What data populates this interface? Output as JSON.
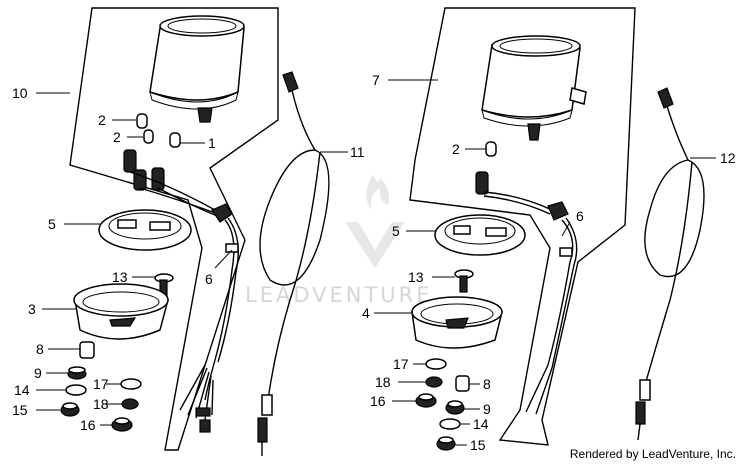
{
  "watermark": "LEADVENTURE",
  "credit": "Rendered by LeadVenture, Inc.",
  "callouts": {
    "left": {
      "c10": "10",
      "c2a": "2",
      "c2b": "2",
      "c1": "1",
      "c11": "11",
      "c5": "5",
      "c6": "6",
      "c13": "13",
      "c3": "3",
      "c8": "8",
      "c9": "9",
      "c17": "17",
      "c14": "14",
      "c18": "18",
      "c15": "15",
      "c16": "16"
    },
    "right": {
      "c7": "7",
      "c12": "12",
      "c2": "2",
      "c6": "6",
      "c5": "5",
      "c13": "13",
      "c4": "4",
      "c17": "17",
      "c8": "8",
      "c18": "18",
      "c16": "16",
      "c9": "9",
      "c14": "14",
      "c15": "15"
    }
  }
}
